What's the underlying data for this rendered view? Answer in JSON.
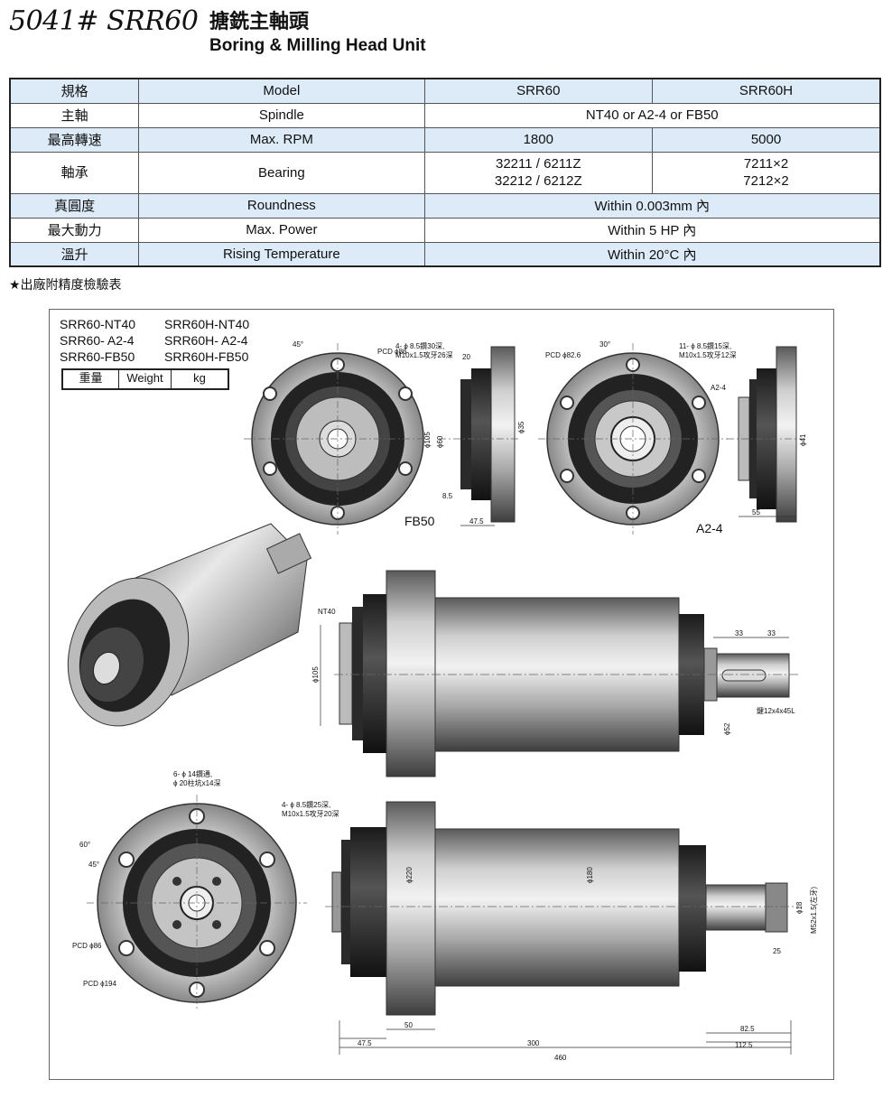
{
  "header": {
    "model": "5041# SRR60",
    "title_zh": "搪銑主軸頭",
    "title_en": "Boring & Milling Head Unit"
  },
  "spec_table": {
    "rows": [
      {
        "zh": "規格",
        "en": "Model",
        "srr60": "SRR60",
        "srr60h": "SRR60H"
      },
      {
        "zh": "主軸",
        "en": "Spindle",
        "merged": "NT40 or A2-4 or FB50"
      },
      {
        "zh": "最高轉速",
        "en": "Max. RPM",
        "srr60": "1800",
        "srr60h": "5000"
      },
      {
        "zh": "軸承",
        "en": "Bearing",
        "srr60_1": "32211 / 6211Z",
        "srr60_2": "32212 / 6212Z",
        "srr60h_1": "7211×2",
        "srr60h_2": "7212×2"
      },
      {
        "zh": "真圓度",
        "en": "Roundness",
        "merged": "Within 0.003mm 內"
      },
      {
        "zh": "最大動力",
        "en": "Max. Power",
        "merged": "Within 5 HP 內"
      },
      {
        "zh": "溫升",
        "en": "Rising Temperature",
        "merged": "Within 20°C 內"
      }
    ]
  },
  "note": "★出廠附精度檢驗表",
  "variants": {
    "row1": [
      "SRR60-NT40",
      "SRR60H-NT40"
    ],
    "row2": [
      "SRR60- A2-4",
      "SRR60H- A2-4"
    ],
    "row3": [
      "SRR60-FB50",
      "SRR60H-FB50"
    ]
  },
  "weight": {
    "zh": "重量",
    "en": "Weight",
    "unit": "kg"
  },
  "drawing_labels": {
    "fb50": "FB50",
    "a24": "A2-4",
    "nt40": "NT40",
    "a24_small": "A2-4",
    "ang45": "45°",
    "ang30": "30°",
    "ang60": "60°",
    "ang45b": "45°",
    "pcd86": "PCD ϕ86",
    "pcd826": "PCD ϕ82.6",
    "pcd86b": "PCD ϕ86",
    "pcd194": "PCD ϕ194",
    "hole_fb50_1": "4- ϕ 8.5鑽30深,",
    "hole_fb50_2": "M10x1.5攻牙26深",
    "hole_a24_1": "11- ϕ 8.5鑽15深,",
    "hole_a24_2": "M10x1.5攻牙12深",
    "hole_end_1": "6- ϕ 14鑽通,",
    "hole_end_2": "ϕ 20柱坑x14深",
    "hole_end_3": "4- ϕ 8.5鑽25深,",
    "hole_end_4": "M10x1.5攻牙20深",
    "d20": "20",
    "d85": "8.5",
    "d475": "47.5",
    "d55": "55",
    "d33a": "33",
    "d33b": "33",
    "d25": "25",
    "d50": "50",
    "d300": "300",
    "d460": "460",
    "d825": "82.5",
    "d1125": "112.5",
    "d475b": "47.5",
    "key": "鍵12x4x45L",
    "phi105": "ϕ105",
    "phi105b": "ϕ105",
    "phi60": "ϕ60",
    "phi35": "ϕ35",
    "phi41": "ϕ41",
    "phi52": "ϕ52",
    "phi220": "ϕ220",
    "phi180": "ϕ180",
    "phi18": "ϕ18",
    "m52": "M52x1.5(左牙)"
  }
}
